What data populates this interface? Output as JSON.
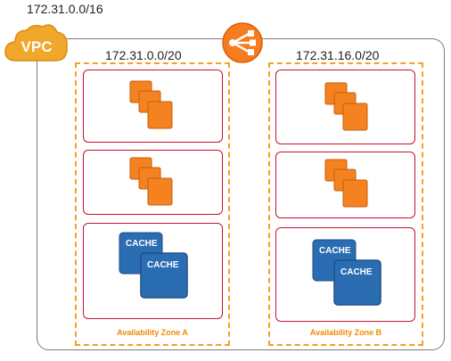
{
  "vpc": {
    "cidr": "172.31.0.0/16",
    "badge": "VPC"
  },
  "subnets": [
    {
      "cidr": "172.31.0.0/20",
      "zone_label": "Availability Zone A"
    },
    {
      "cidr": "172.31.16.0/20",
      "zone_label": "Availability Zone B"
    }
  ],
  "cache_label": "CACHE",
  "icons": {
    "vpc": "cloud-icon",
    "load_balancer": "load-balancer-icon",
    "instances": "ec2-instances-icon",
    "cache": "elasticache-icon"
  },
  "colors": {
    "vpc_cloud": "#f0a72b",
    "load_balancer": "#f57c1f",
    "instance": "#f58220",
    "cache": "#2b6db3",
    "az_border": "#f4a024",
    "subnet_row_border": "#c8102e",
    "az_label": "#f08a00"
  }
}
